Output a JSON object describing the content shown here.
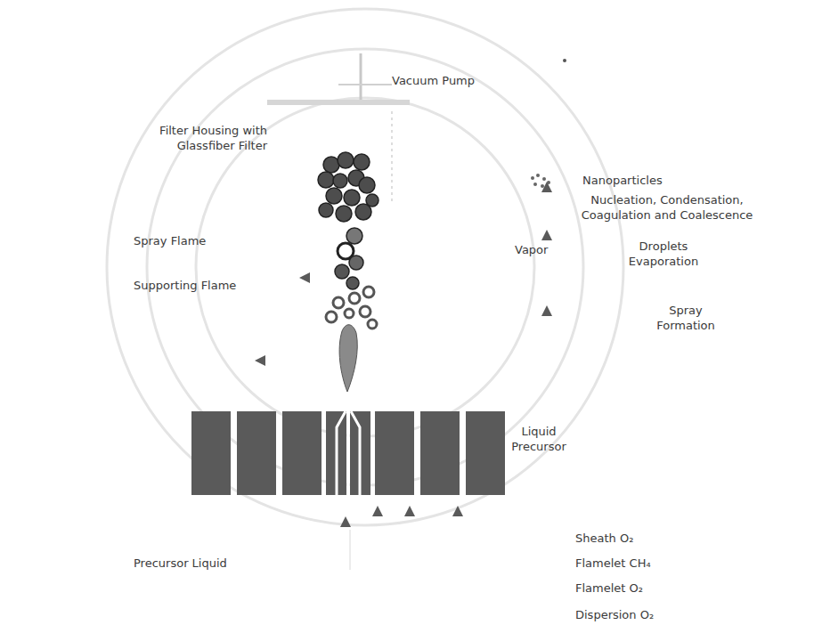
{
  "diagram": {
    "labels": [
      "Vacuum Pump",
      "Filter Housing with Glassfiber Filter",
      "Nanoparticles",
      "Nucleation, Condensation, Coagulation and Coalescence",
      "Spray Flame",
      "Vapor",
      "Droplets Evaporation",
      "Supporting Flame",
      "Spray Formation",
      "Liquid Precursor",
      "Sheath O₂",
      "Flamelet CH₄",
      "Precursor Liquid",
      "Flamelet O₂",
      "Dispersion O₂"
    ]
  }
}
